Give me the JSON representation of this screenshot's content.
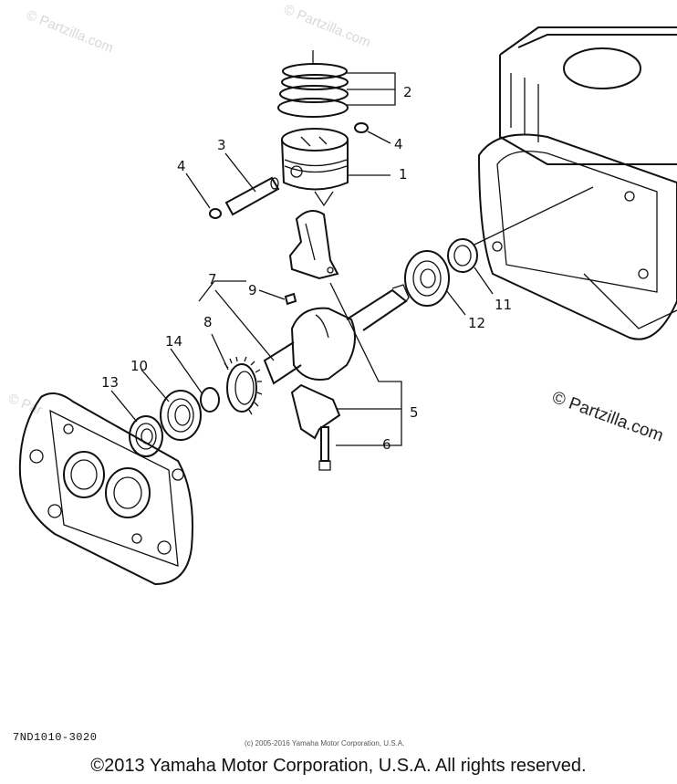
{
  "watermarks": {
    "top_left": "© Partzilla.com",
    "top_center": "© Partzilla.com",
    "right": "© Partzilla.com",
    "left": "© Par"
  },
  "callouts": {
    "c1": "1",
    "c2": "2",
    "c3": "3",
    "c4a": "4",
    "c4b": "4",
    "c5": "5",
    "c6": "6",
    "c7": "7",
    "c8": "8",
    "c9": "9",
    "c10": "10",
    "c11": "11",
    "c12": "12",
    "c13": "13",
    "c14": "14"
  },
  "diagram_code": "7ND1010-3020",
  "small_copyright": "(c) 2005-2016 Yamaha Motor Corporation, U.S.A.",
  "footer_copyright": "©2013 Yamaha Motor Corporation, U.S.A. All rights reserved."
}
